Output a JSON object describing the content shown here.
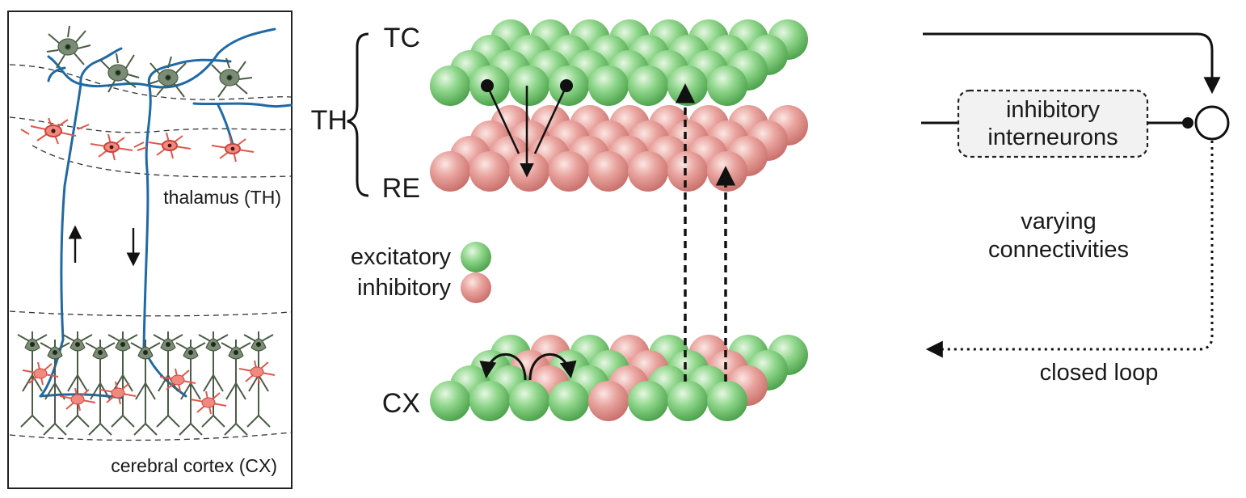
{
  "panel_left": {
    "thalamus_label": "thalamus (TH)",
    "cortex_label": "cerebral cortex (CX)"
  },
  "layers": {
    "th_label": "TH",
    "tc_label": "TC",
    "re_label": "RE",
    "cx_label": "CX"
  },
  "legend": {
    "excitatory_label": "excitatory",
    "inhibitory_label": "inhibitory"
  },
  "loop": {
    "interneurons_line1": "inhibitory",
    "interneurons_line2": "interneurons",
    "varying_line1": "varying",
    "varying_line2": "connectivities",
    "closed_loop_label": "closed loop"
  },
  "colors": {
    "excitatory": "#6cc46a",
    "inhibitory": "#e08a86",
    "axon_blue": "#1f6aa5",
    "thalamic_cell": "#7a8d74",
    "cortical_cell": "#7a8d74",
    "red_cell": "#e2574c"
  },
  "cx_front_row_pattern": [
    "E",
    "E",
    "E",
    "E",
    "I",
    "E",
    "E",
    "E"
  ],
  "cx_back_row_pattern": [
    "I",
    "E",
    "I",
    "E",
    "E",
    "I",
    "E",
    "I",
    "E",
    "E",
    "I",
    "E"
  ]
}
